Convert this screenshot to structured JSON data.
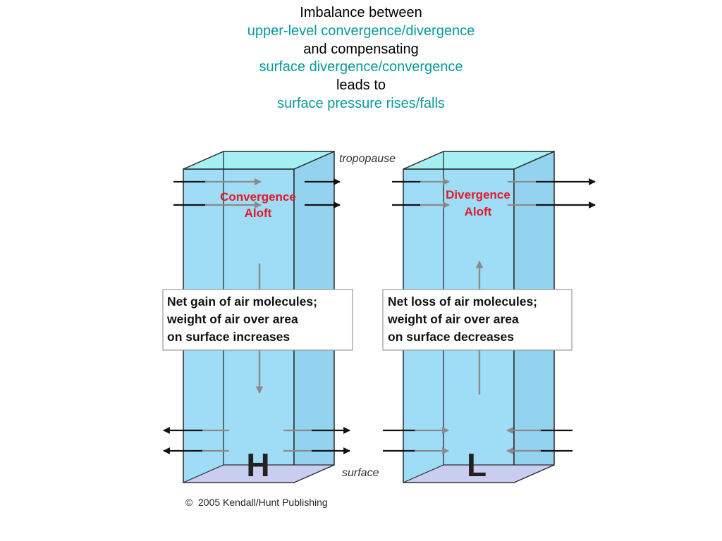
{
  "title": {
    "line1": "Imbalance between",
    "line2": "upper-level convergence/divergence",
    "line3": "and compensating",
    "line4": "surface divergence/convergence",
    "line5": "leads to",
    "line6": "surface pressure rises/falls"
  },
  "labels": {
    "tropopause": "tropopause",
    "surface": "surface"
  },
  "left_column": {
    "aloft_line1": "Convergence",
    "aloft_line2": "Aloft",
    "note_line1": "Net gain of air molecules;",
    "note_line2": "weight of air over area",
    "note_line3": "on surface increases",
    "pressure_symbol": "H"
  },
  "right_column": {
    "aloft_line1": "Divergence",
    "aloft_line2": "Aloft",
    "note_line1": "Net loss of air molecules;",
    "note_line2": "weight of air over area",
    "note_line3": "on surface decreases",
    "pressure_symbol": "L"
  },
  "copyright": {
    "symbol": "©",
    "text": "2005 Kendall/Hunt Publishing"
  },
  "colors": {
    "column_fill": "#9fdcf5",
    "column_top": "#a6f0f4",
    "column_bottom": "#c9cdf0",
    "aloft_text": "#e3182a",
    "title_accent": "#0a9a9a"
  }
}
